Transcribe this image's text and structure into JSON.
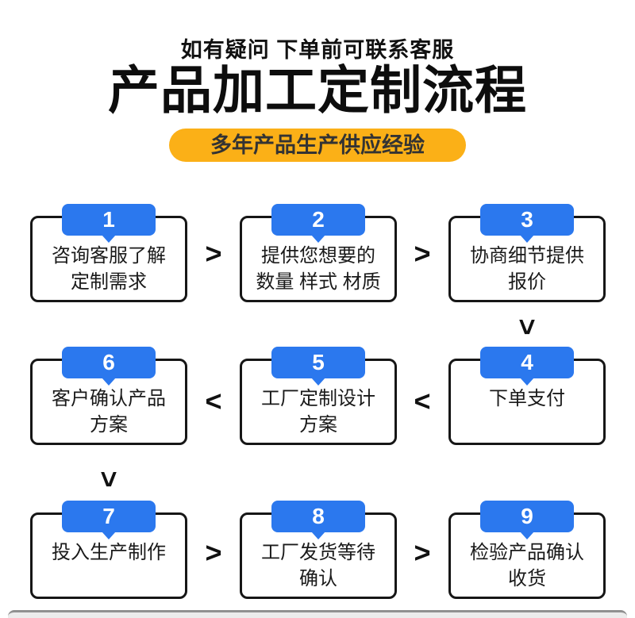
{
  "header": {
    "note": "如有疑问 下单前可联系客服",
    "title": "产品加工定制流程",
    "badge": "多年产品生产供应经验"
  },
  "colors": {
    "accent_blue": "#2b78ee",
    "accent_yellow": "#fbb017",
    "box_border": "#161616"
  },
  "steps": [
    {
      "num": "1",
      "line1": "咨询客服了解",
      "line2": "定制需求"
    },
    {
      "num": "2",
      "line1": "提供您想要的",
      "line2": "数量 样式 材质"
    },
    {
      "num": "3",
      "line1": "协商细节提供",
      "line2": "报价"
    },
    {
      "num": "4",
      "line1": "下单支付",
      "line2": ""
    },
    {
      "num": "5",
      "line1": "工厂定制设计",
      "line2": "方案"
    },
    {
      "num": "6",
      "line1": "客户确认产品",
      "line2": "方案"
    },
    {
      "num": "7",
      "line1": "投入生产制作",
      "line2": ""
    },
    {
      "num": "8",
      "line1": "工厂发货等待",
      "line2": "确认"
    },
    {
      "num": "9",
      "line1": "检验产品确认",
      "line2": "收货"
    }
  ],
  "glyphs": {
    "arrow_right": ">",
    "arrow_left": "<",
    "arrow_down": ">"
  }
}
